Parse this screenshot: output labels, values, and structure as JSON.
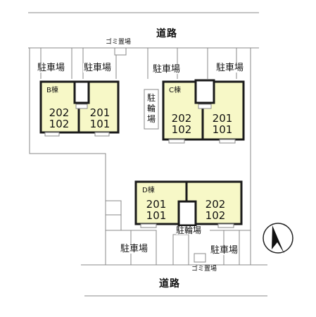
{
  "roads": {
    "top": "道路",
    "bottom": "道路"
  },
  "garbage": {
    "top": "ゴミ置場",
    "bottom": "ゴミ置場"
  },
  "parking": {
    "top_left_1": "駐車場",
    "top_left_2": "駐車場",
    "top_right_1": "駐車場",
    "top_right_2": "駐車場",
    "bottom_1": "駐車場",
    "bottom_2": "駐車場"
  },
  "bike_parking": {
    "vertical": "駐輪場",
    "horizontal": "駐輪場"
  },
  "buildings": {
    "B": {
      "name": "B棟",
      "units_left": [
        "202",
        "102"
      ],
      "units_right": [
        "201",
        "101"
      ]
    },
    "C": {
      "name": "C棟",
      "units_left": [
        "202",
        "102"
      ],
      "units_right": [
        "201",
        "101"
      ]
    },
    "D": {
      "name": "D棟",
      "units_left": [
        "201",
        "101"
      ],
      "units_right": [
        "202",
        "102"
      ]
    }
  },
  "colors": {
    "building_fill": "#f7f8c7",
    "wall": "#1a1a1a",
    "line": "#8a8a8a"
  },
  "compass": {
    "icon": "north-arrow-icon"
  }
}
